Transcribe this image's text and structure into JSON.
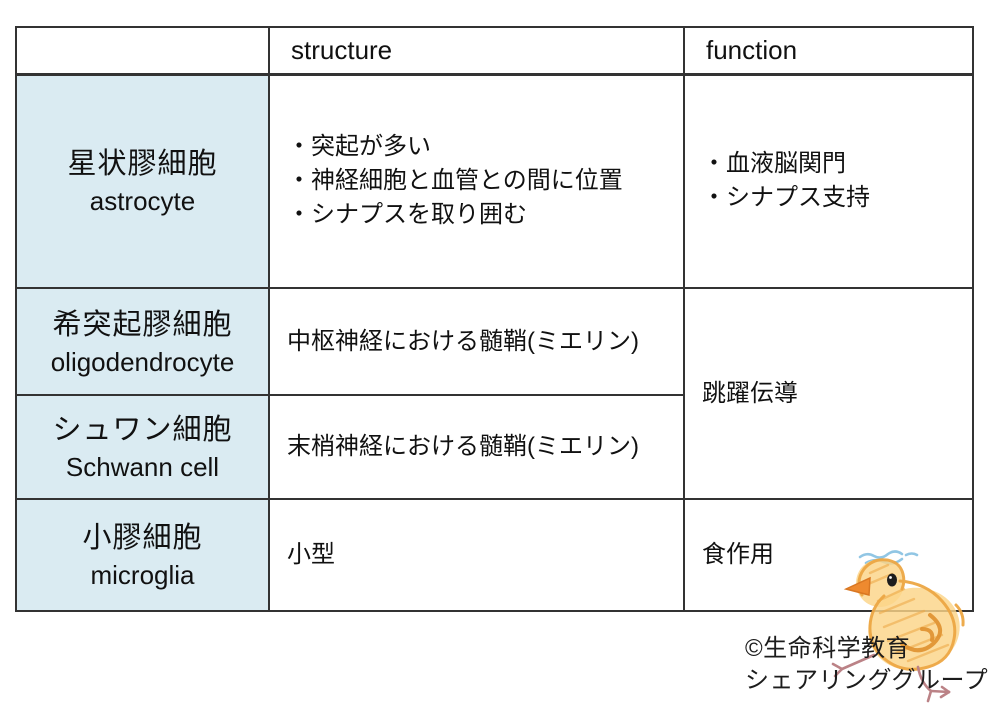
{
  "table": {
    "header": {
      "structure": "structure",
      "function": "function"
    },
    "rows": [
      {
        "name_ja": "星状膠細胞",
        "name_en": "astrocyte",
        "structure_lines": [
          "・突起が多い",
          "・神経細胞と血管との間に位置",
          "・シナプスを取り囲む"
        ],
        "function_lines": [
          "・血液脳関門",
          "・シナプス支持"
        ]
      },
      {
        "name_ja": "希突起膠細胞",
        "name_en": "oligodendrocyte",
        "structure": "中枢神経における髄鞘(ミエリン)"
      },
      {
        "name_ja": "シュワン細胞",
        "name_en": "Schwann cell",
        "structure": "末梢神経における髄鞘(ミエリン)"
      },
      {
        "name_ja": "小膠細胞",
        "name_en": "microglia",
        "structure": "小型",
        "function": "食作用"
      }
    ],
    "merged_function": "跳躍伝導"
  },
  "credit": {
    "line1": "©生命科学教育",
    "line2": "シェアリンググループ"
  },
  "icons": {
    "chick": "chick-crayon-drawing"
  },
  "colors": {
    "name_column_bg": "#daebf2",
    "border": "#333333",
    "text": "#111111",
    "chick_body": "#fbd487",
    "chick_outline": "#eda744",
    "chick_wing": "#e0912f",
    "chick_beak": "#ee8a2f",
    "chick_legs": "#bb8286",
    "chick_scribble": "#86c0e2"
  }
}
